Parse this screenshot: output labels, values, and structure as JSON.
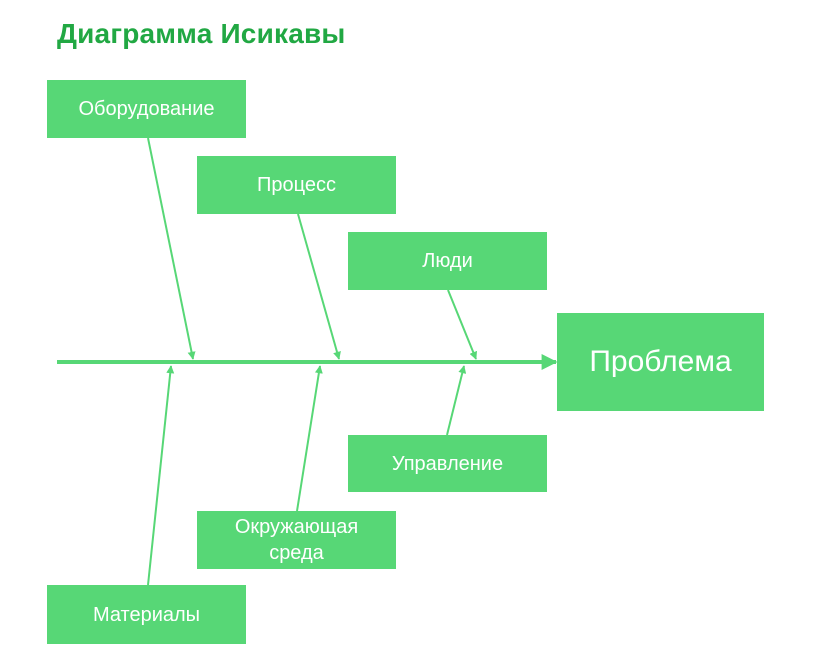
{
  "title": "Диаграмма Исикавы",
  "colors": {
    "title": "#21a843",
    "box_fill": "#57d776",
    "line": "#57d776",
    "box_text": "#ffffff"
  },
  "effect": "Проблема",
  "causes": {
    "top": [
      "Оборудование",
      "Процесс",
      "Люди"
    ],
    "bottom": [
      "Материалы",
      "Окружающая среда",
      "Управление"
    ]
  }
}
